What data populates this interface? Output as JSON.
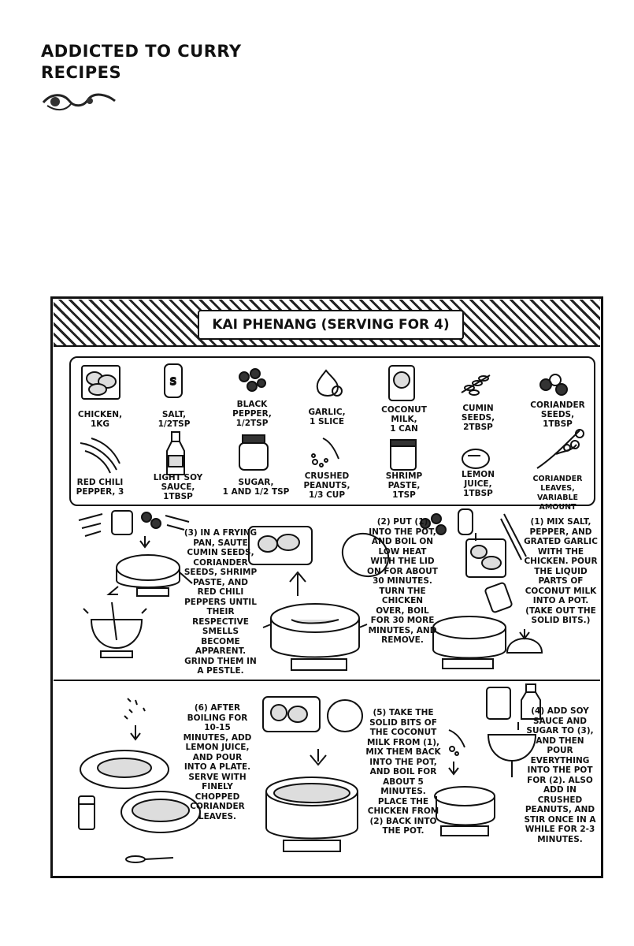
{
  "header": {
    "line1": "ADDICTED TO CURRY",
    "line2": "RECIPES"
  },
  "recipe": {
    "title": "KAI PHENANG (SERVING FOR 4)",
    "ingredients": [
      {
        "name": "CHICKEN,",
        "amount": "1KG"
      },
      {
        "name": "SALT,",
        "amount": "1/2TSP"
      },
      {
        "name": "BLACK PEPPER,",
        "amount": "1/2TSP"
      },
      {
        "name": "GARLIC,",
        "amount": "1 SLICE"
      },
      {
        "name": "COCONUT MILK,",
        "amount": "1 CAN"
      },
      {
        "name": "CUMIN SEEDS,",
        "amount": "2TBSP"
      },
      {
        "name": "CORIANDER SEEDS,",
        "amount": "1TBSP"
      },
      {
        "name": "RED CHILI PEPPER, 3",
        "amount": ""
      },
      {
        "name": "LIGHT SOY SAUCE,",
        "amount": "1TBSP"
      },
      {
        "name": "SUGAR,",
        "amount": "1 AND 1/2 TSP"
      },
      {
        "name": "CRUSHED PEANUTS,",
        "amount": "1/3 CUP"
      },
      {
        "name": "SHRIMP PASTE,",
        "amount": "1TSP"
      },
      {
        "name": "LEMON JUICE,",
        "amount": "1TBSP"
      },
      {
        "name": "CORIANDER LEAVES,",
        "amount": "VARIABLE AMOUNT"
      }
    ],
    "steps": [
      {
        "text": "(1) MIX SALT, PEPPER, AND GRATED GARLIC WITH THE CHICKEN. POUR THE LIQUID PARTS OF COCONUT MILK INTO A POT. (TAKE OUT THE SOLID BITS.)"
      },
      {
        "text": "(2) PUT (1) INTO THE POT, AND BOIL ON LOW HEAT WITH THE LID ON FOR ABOUT 30 MINUTES. TURN THE CHICKEN OVER, BOIL FOR 30 MORE MINUTES, AND REMOVE."
      },
      {
        "text": "(3) IN A FRYING PAN, SAUTE CUMIN SEEDS, CORIANDER SEEDS, SHRIMP PASTE, AND RED CHILI PEPPERS UNTIL THEIR RESPECTIVE SMELLS BECOME APPARENT. GRIND THEM IN A PESTLE."
      },
      {
        "text": "(4) ADD SOY SAUCE AND SUGAR TO (3), AND THEN POUR EVERYTHING INTO THE POT FOR (2). ALSO ADD IN CRUSHED PEANUTS, AND STIR ONCE IN A WHILE FOR 2-3 MINUTES."
      },
      {
        "text": "(5) TAKE THE SOLID BITS OF THE COCONUT MILK FROM (1), MIX THEM BACK INTO THE POT, AND BOIL FOR ABOUT 5 MINUTES. PLACE THE CHICKEN FROM (2) BACK INTO THE POT."
      },
      {
        "text": "(6) AFTER BOILING FOR 10-15 MINUTES, ADD LEMON JUICE, AND POUR INTO A PLATE. SERVE WITH FINELY CHOPPED CORIANDER LEAVES."
      }
    ]
  }
}
